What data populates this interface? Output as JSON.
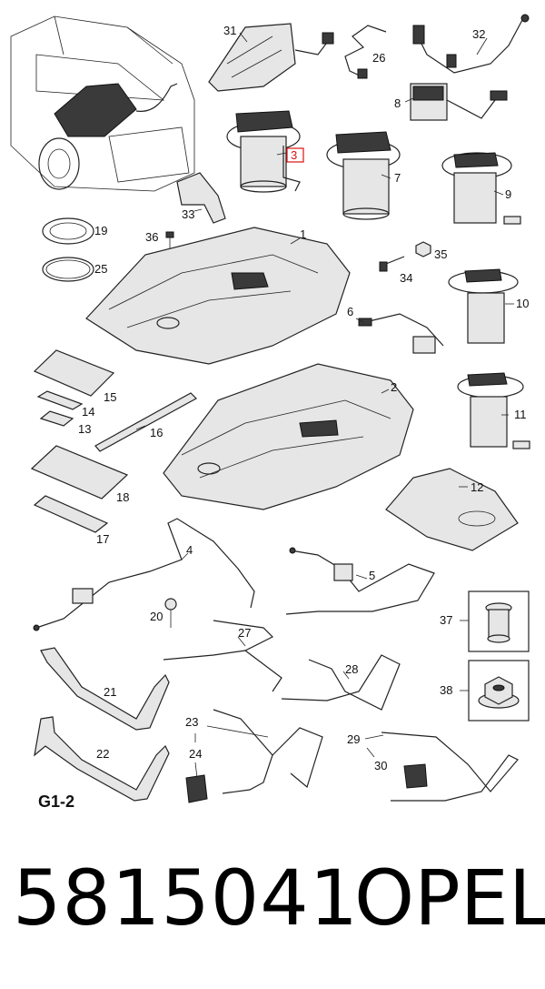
{
  "labels": {
    "p1": "1",
    "p2": "2",
    "p3": "3",
    "p4": "4",
    "p5": "5",
    "p6": "6",
    "p7": "7",
    "p8": "8",
    "p9": "9",
    "p10": "10",
    "p11": "11",
    "p12": "12",
    "p13": "13",
    "p14": "14",
    "p15": "15",
    "p16": "16",
    "p17": "17",
    "p18": "18",
    "p19": "19",
    "p20": "20",
    "p21": "21",
    "p22": "22",
    "p23": "23",
    "p24": "24",
    "p25": "25",
    "p26": "26",
    "p27": "27",
    "p28": "28",
    "p29": "29",
    "p30": "30",
    "p31": "31",
    "p32": "32",
    "p33": "33",
    "p34": "34",
    "p35": "35",
    "p36": "36",
    "p37": "37",
    "p38": "38"
  },
  "group_code": "G1-2",
  "highlighted_part": "3",
  "footer": {
    "part_number": "5815041",
    "brand": "OPEL"
  }
}
